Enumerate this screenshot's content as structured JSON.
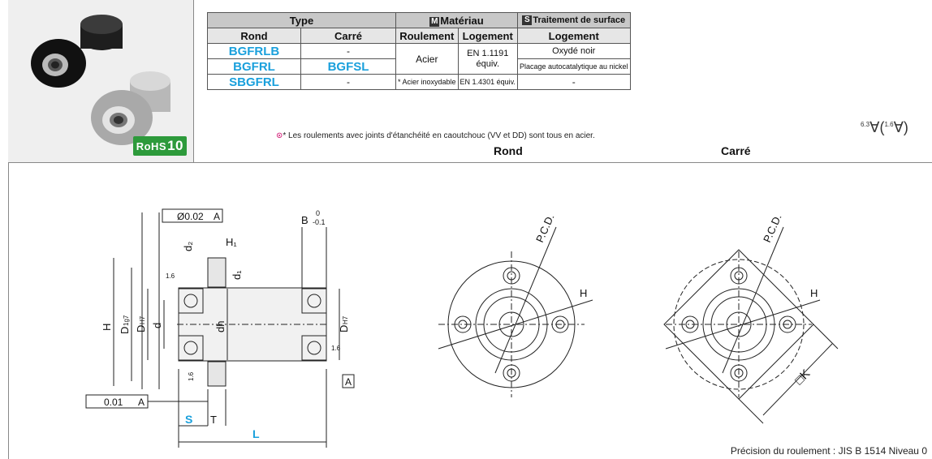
{
  "table": {
    "header": {
      "type": "Type",
      "material": "Matériau",
      "material_tag": "M",
      "surface": "Traitement de surface",
      "surface_tag": "S",
      "rond": "Rond",
      "carre": "Carré",
      "roulement": "Roulement",
      "logement": "Logement",
      "logement_surface": "Logement"
    },
    "rows": [
      {
        "rond": "BGFRLB",
        "carre": "-",
        "surface": "Oxydé noir"
      },
      {
        "rond": "BGFRL",
        "carre": "BGFSL",
        "surface": "Placage autocatalytique au nickel"
      },
      {
        "rond": "SBGFRL",
        "carre": "-",
        "roulement": "* Acier inoxydable",
        "logement": "EN 1.4301 équiv.",
        "surface": "-"
      }
    ],
    "steel": "Acier",
    "steel_logement": "EN 1.1191 équiv."
  },
  "note": "* Les roulements avec joints d'étanchéité en caoutchouc (VV et DD) sont tous en acier.",
  "views": {
    "rond": "Rond",
    "carre": "Carré"
  },
  "finish": {
    "main": "6.3",
    "alt": "1.6"
  },
  "badge": {
    "text": "RoHS",
    "num": "10"
  },
  "precision": "Précision du roulement : JIS   B   1514   Niveau 0",
  "drawing": {
    "coax": "Ø0.02",
    "datum": "A",
    "perp": "0.01",
    "B": "B",
    "B_tol_up": "0",
    "B_tol_lo": "-0.1",
    "H1": "H₁",
    "d2": "d₂",
    "d1": "d₁",
    "H": "H",
    "D": "D",
    "Dsub": "1g7",
    "DH": "D",
    "DHsub": "H7",
    "d": "d",
    "dh": "dh",
    "DH7": "D",
    "DH7sub": "H7",
    "r16": "1.6",
    "S": "S",
    "T": "T",
    "L": "L",
    "PCD": "P.C.D.",
    "Hhole": "H",
    "K": "K"
  }
}
